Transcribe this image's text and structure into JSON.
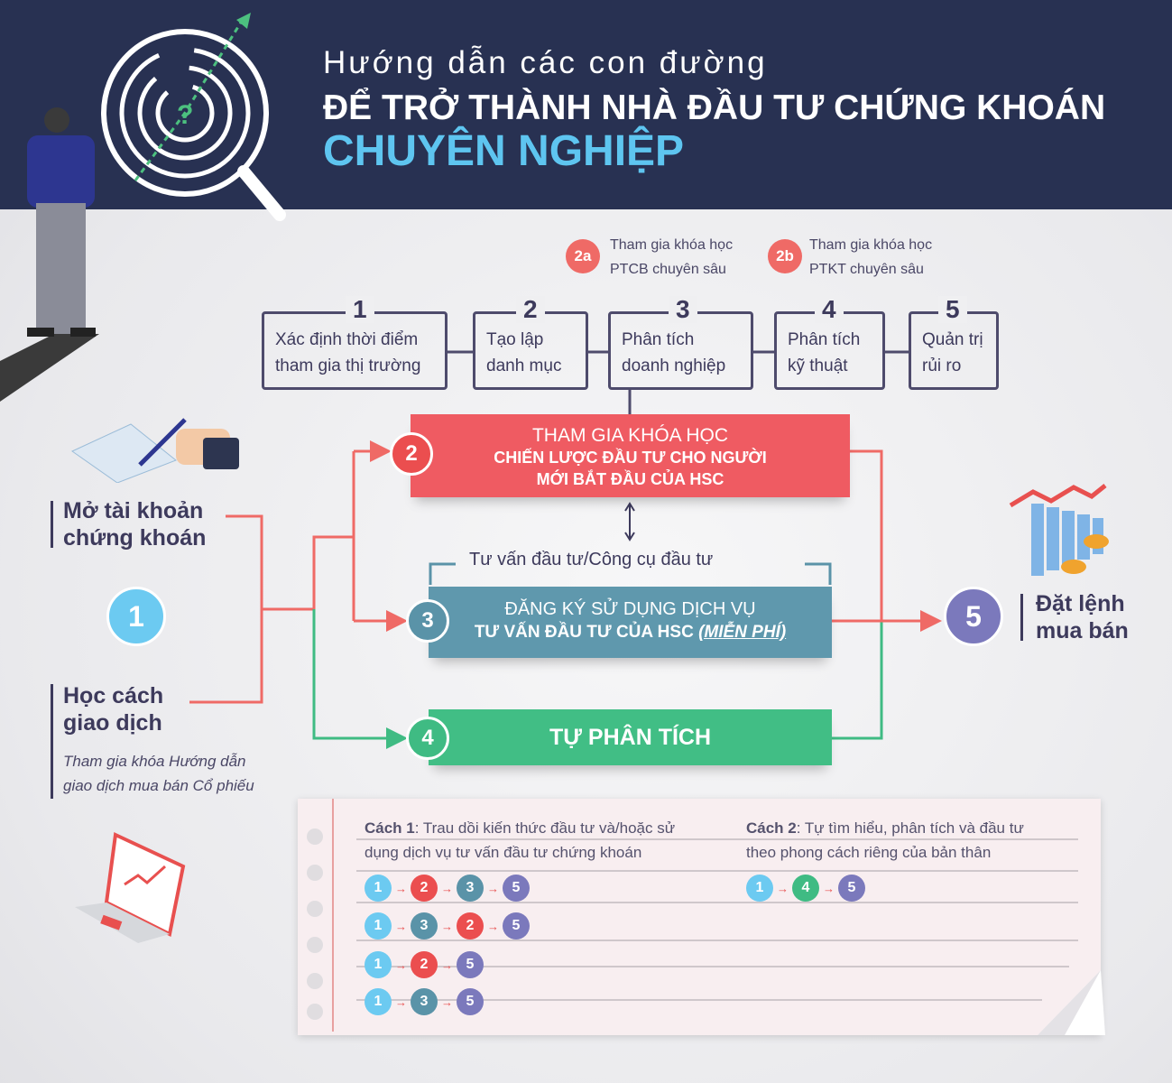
{
  "header": {
    "line1": "Hướng dẫn các con đường",
    "line2": "ĐỂ TRỞ THÀNH NHÀ ĐẦU TƯ CHỨNG KHOÁN",
    "line3": "CHUYÊN NGHIỆP"
  },
  "courses": [
    {
      "badge": "2a",
      "line1": "Tham gia khóa học",
      "line2": "PTCB chuyên sâu"
    },
    {
      "badge": "2b",
      "line1": "Tham gia khóa học",
      "line2": "PTKT chuyên sâu"
    }
  ],
  "steps": [
    {
      "num": "1",
      "line1": "Xác định thời điểm",
      "line2": "tham gia thị trường"
    },
    {
      "num": "2",
      "line1": "Tạo lập",
      "line2": "danh mục"
    },
    {
      "num": "3",
      "line1": "Phân tích",
      "line2": "doanh nghiệp"
    },
    {
      "num": "4",
      "line1": "Phân tích",
      "line2": "kỹ thuật"
    },
    {
      "num": "5",
      "line1": "Quản trị",
      "line2": "rủi ro"
    }
  ],
  "left": {
    "open_account": [
      "Mở tài khoản",
      "chứng khoán"
    ],
    "circle": "1",
    "learn": [
      "Học cách",
      "giao dịch"
    ],
    "learn_note": [
      "Tham gia khóa Hướng dẫn",
      "giao dịch mua bán Cổ phiếu"
    ]
  },
  "boxes": {
    "course": {
      "num": "2",
      "line1": "THAM GIA KHÓA HỌC",
      "line2": "CHIẾN LƯỢC ĐẦU TƯ CHO NGƯỜI",
      "line3": "MỚI BẮT ĐẦU CỦA HSC"
    },
    "tools_label": "Tư vấn đầu tư/Công cụ đầu tư",
    "advisory": {
      "num": "3",
      "line1": "ĐĂNG KÝ SỬ DỤNG DỊCH VỤ",
      "line2": "TƯ VẤN ĐẦU TƯ CỦA HSC",
      "free": "(MIỄN PHÍ)"
    },
    "self": {
      "num": "4",
      "label": "TỰ PHÂN TÍCH"
    }
  },
  "right": {
    "circle": "5",
    "label": [
      "Đặt lệnh",
      "mua bán"
    ]
  },
  "notebook": {
    "way1": {
      "title": "Cách 1",
      "text1": ": Trau dồi kiến thức đầu tư và/hoặc sử",
      "text2": "dụng dịch vụ tư vấn đầu tư chứng khoán",
      "paths": [
        [
          "1",
          "2",
          "3",
          "5"
        ],
        [
          "1",
          "3",
          "2",
          "5"
        ],
        [
          "1",
          "2",
          "5"
        ],
        [
          "1",
          "3",
          "5"
        ]
      ]
    },
    "way2": {
      "title": "Cách 2",
      "text1": ": Tự tìm hiểu, phân tích và đầu tư",
      "text2": "theo phong cách riêng của bản thân",
      "paths": [
        [
          "1",
          "4",
          "5"
        ]
      ]
    }
  },
  "colors": {
    "1": "#6ccaf1",
    "2": "#eb4e4f",
    "3": "#5a93a8",
    "4": "#3fbb83",
    "5": "#7b79bc"
  }
}
